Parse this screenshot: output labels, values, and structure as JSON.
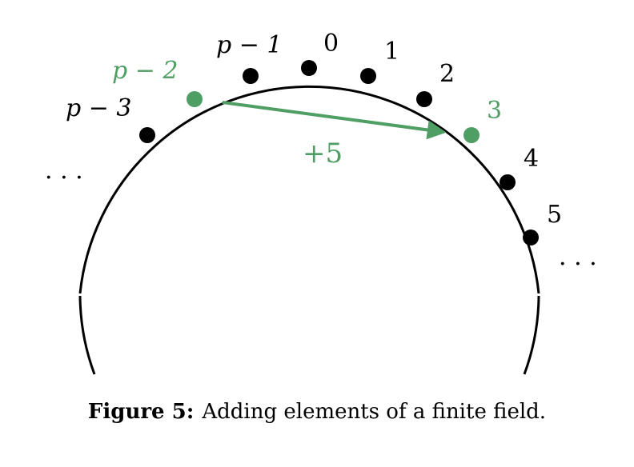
{
  "colors": {
    "ink": "#000000",
    "highlight": "#4f9e63"
  },
  "circle_labels": {
    "p_minus_3": "p − 3",
    "p_minus_2": "p − 2",
    "p_minus_1": "p − 1",
    "zero": "0",
    "one": "1",
    "two": "2",
    "three": "3",
    "four": "4",
    "five": "5",
    "ellipsis_left": "· · ·",
    "ellipsis_right": "· · ·"
  },
  "arrow_label": "+5",
  "caption": {
    "label": "Figure 5:",
    "text": "Adding elements of a finite field."
  }
}
